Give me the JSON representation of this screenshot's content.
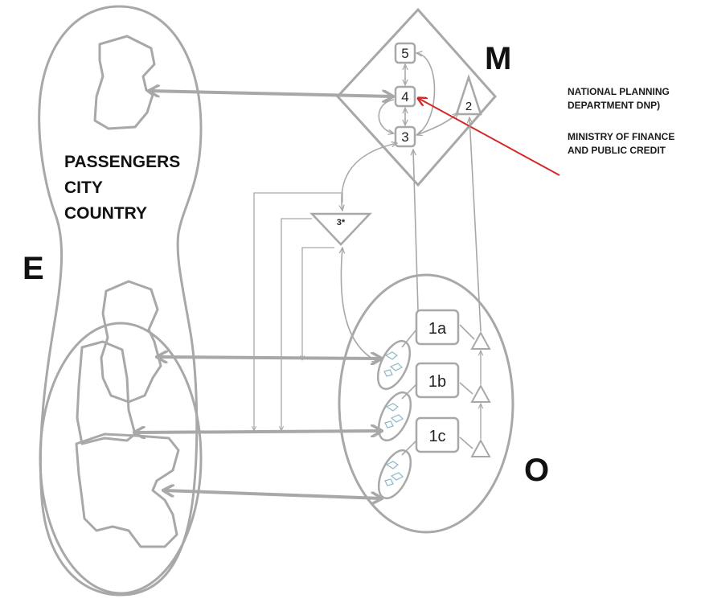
{
  "labels": {
    "e": "E",
    "m": "M",
    "o": "O"
  },
  "passengers": [
    "PASSENGERS",
    "CITY",
    "COUNTRY"
  ],
  "notes": {
    "line1": "NATIONAL PLANNING",
    "line2": "DEPARTMENT DNP)",
    "line3": "MINISTRY OF FINANCE",
    "line4": "AND PUBLIC CREDIT"
  },
  "nodes": {
    "n5": "5",
    "n4": "4",
    "n3": "3",
    "n2": "2",
    "n3star": "3*",
    "n1a": "1a",
    "n1b": "1b",
    "n1c": "1c"
  },
  "colors": {
    "stroke": "#a8a8a8",
    "accent": "#d62828",
    "text": "#111111"
  }
}
